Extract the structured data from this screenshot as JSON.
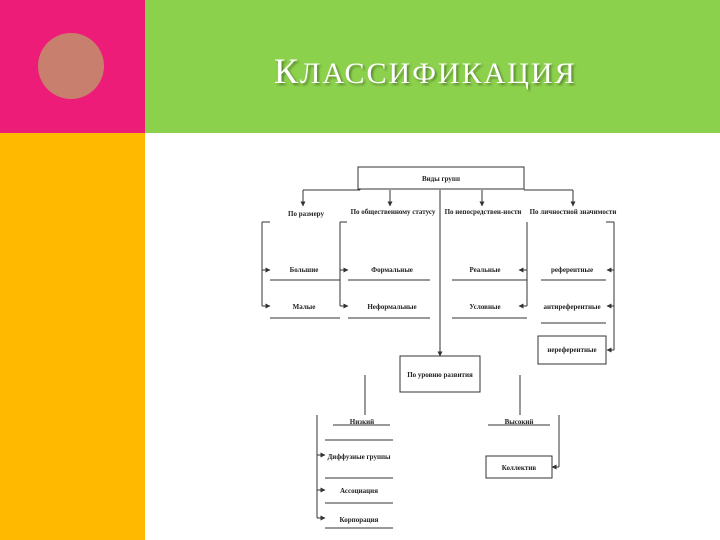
{
  "colors": {
    "pink": "#EC1C78",
    "green": "#8CD14C",
    "yellow": "#FFBA00",
    "circle": "#C97F6E"
  },
  "slide": {
    "title_first": "К",
    "title_rest": "ЛАССИФИКАЦИЯ"
  },
  "diagram": {
    "root": "Виды групп",
    "criteria": [
      "По размеру",
      "По общественному статусу",
      "По непосредствен-ности",
      "По личностной значимости"
    ],
    "size": [
      "Большие",
      "Малые"
    ],
    "status": [
      "Формальные",
      "Неформальные"
    ],
    "immediacy": [
      "Реальные",
      "Условные"
    ],
    "significance": [
      "референтные",
      "антиреферентные",
      "нереферентные"
    ],
    "development": "По уровню развития",
    "low": "Низкий",
    "high": "Высокий",
    "low_items": [
      "Диффузные группы",
      "Ассоциация",
      "Корпорация"
    ],
    "high_items": [
      "Коллектив"
    ]
  }
}
